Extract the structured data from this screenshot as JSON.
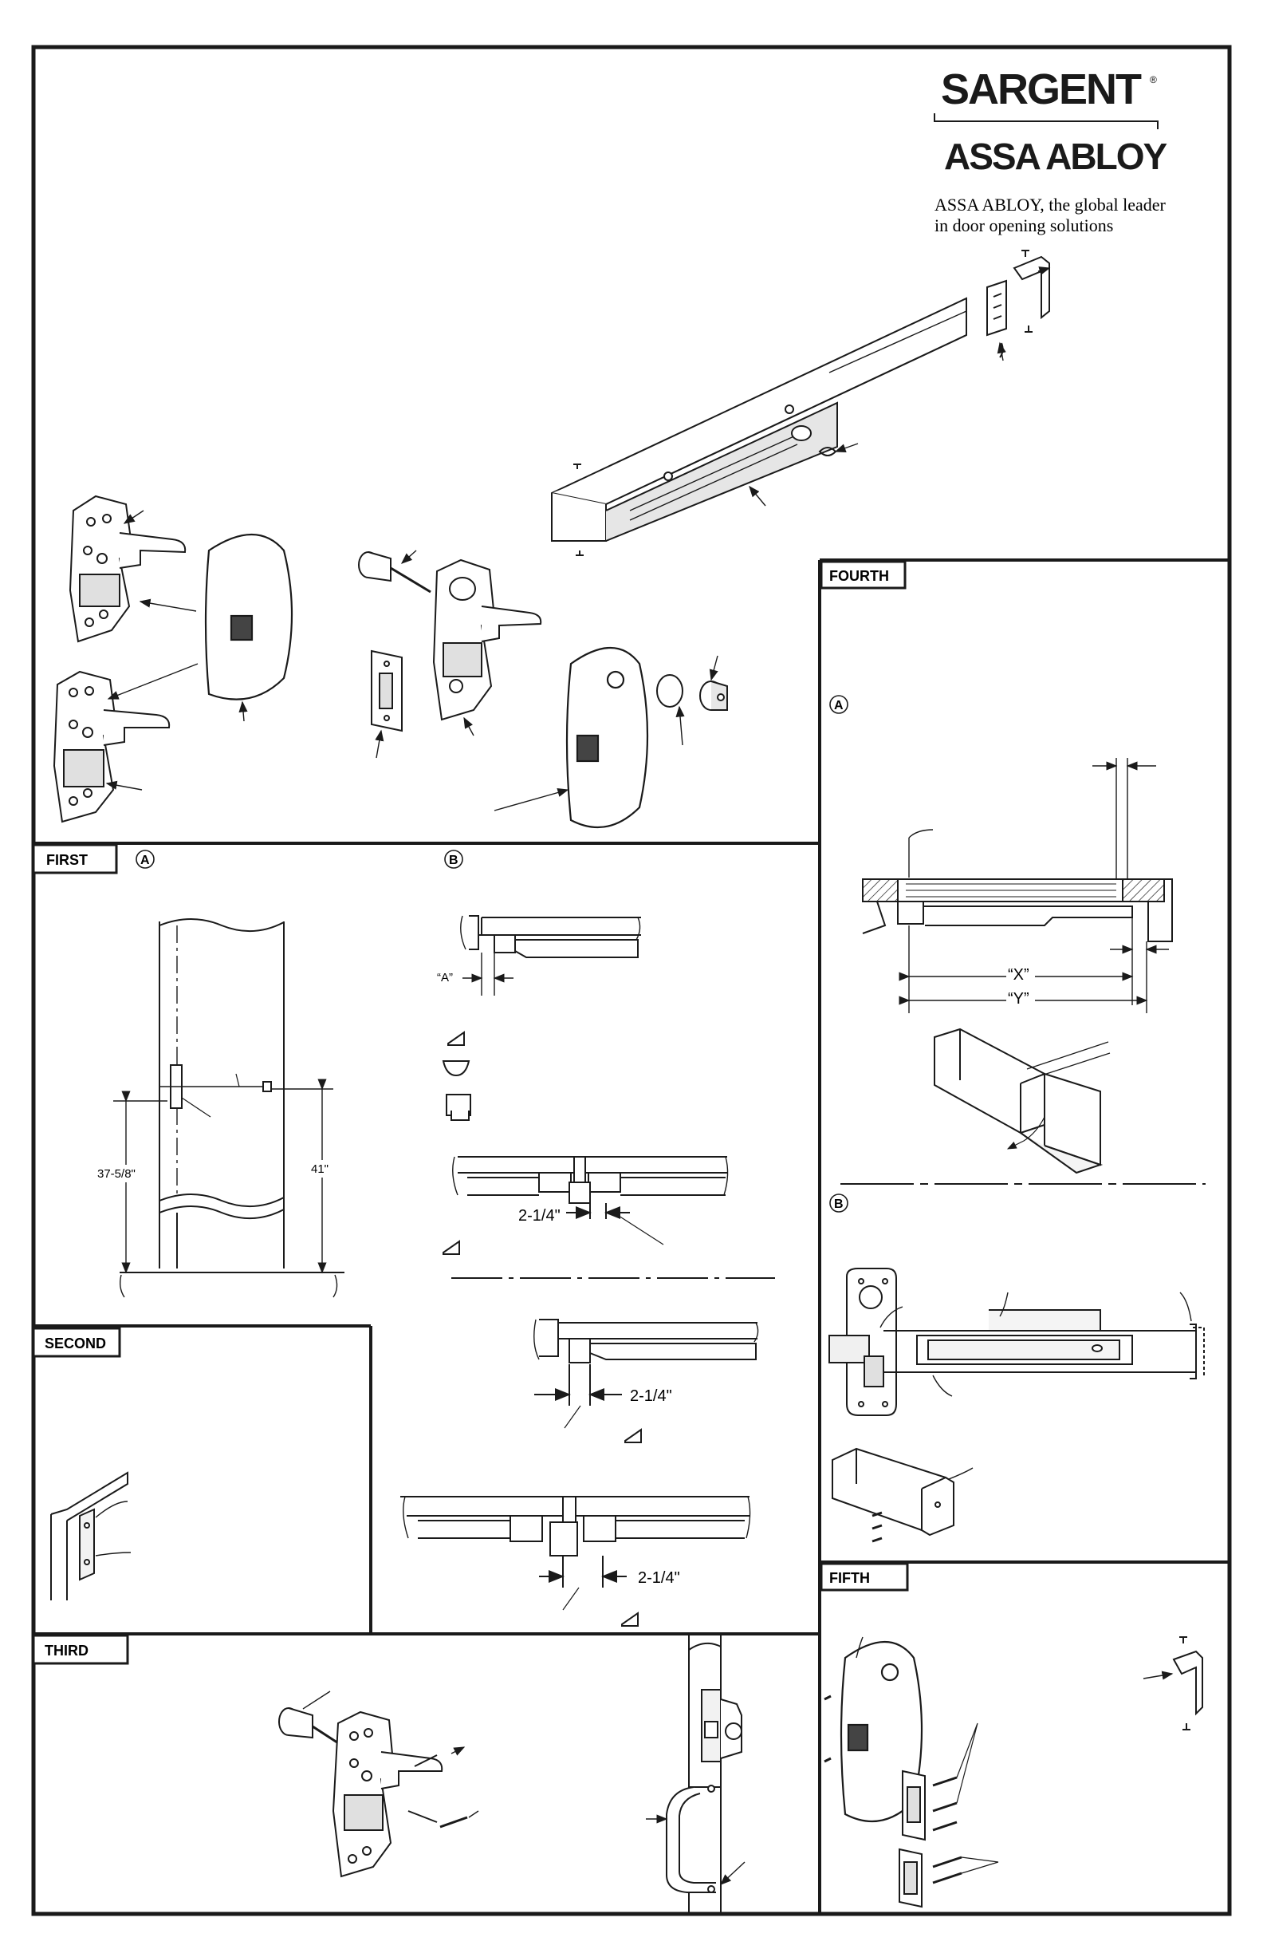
{
  "brand": {
    "name": "SARGENT",
    "registered": "®",
    "parent": "ASSA ABLOY",
    "tagline_line1": "ASSA ABLOY, the global leader",
    "tagline_line2": "in door opening solutions"
  },
  "steps": {
    "first": "FIRST",
    "second": "SECOND",
    "third": "THIRD",
    "fourth": "FOURTH",
    "fifth": "FIFTH"
  },
  "markers": {
    "a": "A",
    "b": "B"
  },
  "dimensions": {
    "height_left": "37-5/8\"",
    "height_right": "41\"",
    "gap_a": "“A”",
    "offset_1": "2-1/4\"",
    "offset_2": "2-1/4\"",
    "offset_3": "2-1/4\"",
    "x": "“X”",
    "y": "“Y”"
  },
  "colors": {
    "line": "#1a1a1a",
    "hatch": "#1a1a1a",
    "fill_light": "#f2f2f2",
    "fill_mid": "#cfcfcf"
  }
}
